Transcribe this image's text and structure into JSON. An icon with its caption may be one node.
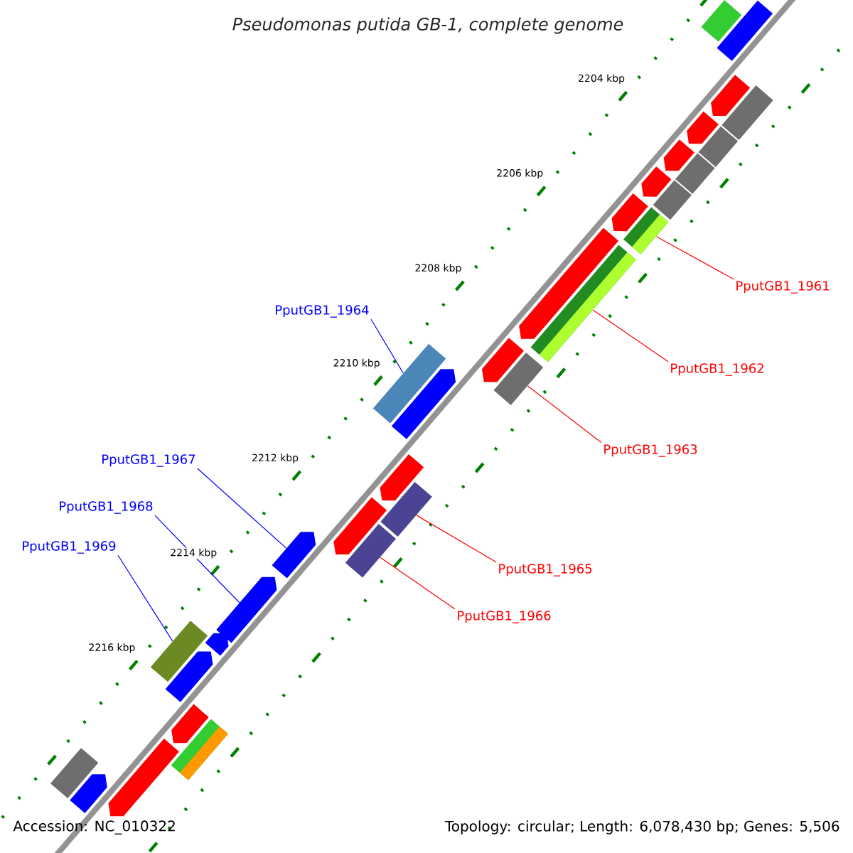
{
  "diagram": {
    "title": "Pseudomonas putida GB-1, complete genome",
    "nodes": [
      {
        "text": [
          "PputGB1_1961"
        ]
      },
      {
        "text": [
          "PputGB1_1964"
        ]
      },
      {
        "text": [
          "PputGB1_1962"
        ]
      },
      {
        "text": [
          "PputGB1_1963"
        ]
      },
      {
        "text": [
          "PputGB1_1967"
        ]
      },
      {
        "text": [
          "PputGB1_1968"
        ]
      },
      {
        "text": [
          "PputGB1_1969"
        ]
      },
      {
        "text": [
          "PputGB1_1965"
        ]
      },
      {
        "text": [
          "PputGB1_1966"
        ]
      },
      {
        "text": [],
        "shape": "bar"
      },
      {
        "text": [],
        "shape": "bar"
      },
      {
        "text": [],
        "shape": "pentagon"
      },
      {
        "text": [],
        "shape": "bar"
      },
      {
        "text": [],
        "shape": "pentagon"
      },
      {
        "text": [],
        "shape": "bar"
      },
      {
        "text": [],
        "shape": "pentagon"
      },
      {
        "text": [],
        "shape": "bar"
      },
      {
        "text": [],
        "shape": "pentagon"
      },
      {
        "text": [],
        "shape": "bar"
      },
      {
        "text": [],
        "shape": "pentagon"
      },
      {
        "text": [],
        "shape": "bar"
      },
      {
        "text": [],
        "shape": "pentagon"
      },
      {
        "text": [],
        "shape": "bar"
      },
      {
        "text": [],
        "shape": "pentagon"
      },
      {
        "text": [],
        "shape": "bar"
      },
      {
        "text": [],
        "shape": "bar"
      },
      {
        "text": [],
        "shape": "pentagon"
      },
      {
        "text": [],
        "shape": "pentagon"
      },
      {
        "text": [],
        "shape": "bar"
      },
      {
        "text": [],
        "shape": "pentagon"
      },
      {
        "text": [],
        "shape": "bar"
      },
      {
        "text": [],
        "shape": "pentagon"
      },
      {
        "text": [],
        "shape": "pentagon"
      },
      {
        "text": [],
        "shape": "pentagon"
      },
      {
        "text": [],
        "shape": "bar"
      },
      {
        "text": [],
        "shape": "pentagon"
      },
      {
        "text": [],
        "shape": "pentagon"
      },
      {
        "text": [],
        "shape": "bar"
      },
      {
        "text": [],
        "shape": "pentagon"
      },
      {
        "text": [],
        "shape": "bar"
      },
      {
        "text": [],
        "shape": "pentagon"
      }
    ],
    "edges": [
      {
        "from": 0,
        "to": 20,
        "arrow": "none"
      },
      {
        "from": 2,
        "to": 22,
        "arrow": "none"
      },
      {
        "from": 3,
        "to": 24,
        "arrow": "none"
      },
      {
        "from": 1,
        "to": 25,
        "arrow": "none",
        "color": "#0000ff"
      },
      {
        "from": 7,
        "to": 28,
        "arrow": "none"
      },
      {
        "from": 8,
        "to": 30,
        "arrow": "none"
      },
      {
        "from": 4,
        "to": 31,
        "arrow": "none",
        "color": "#0000ff"
      },
      {
        "from": 5,
        "to": 32,
        "arrow": "none",
        "color": "#0000ff"
      },
      {
        "from": 6,
        "to": 34,
        "arrow": "none",
        "color": "#0000ff"
      }
    ],
    "labels": [
      "2204 kbp",
      "2206 kbp",
      "2208 kbp",
      "2210 kbp",
      "2212 kbp",
      "2214 kbp",
      "2216 kbp",
      "Accession: NC_010322",
      "Topology: circular; Length: 6,078,430 bp; Genes: 5,506"
    ]
  }
}
